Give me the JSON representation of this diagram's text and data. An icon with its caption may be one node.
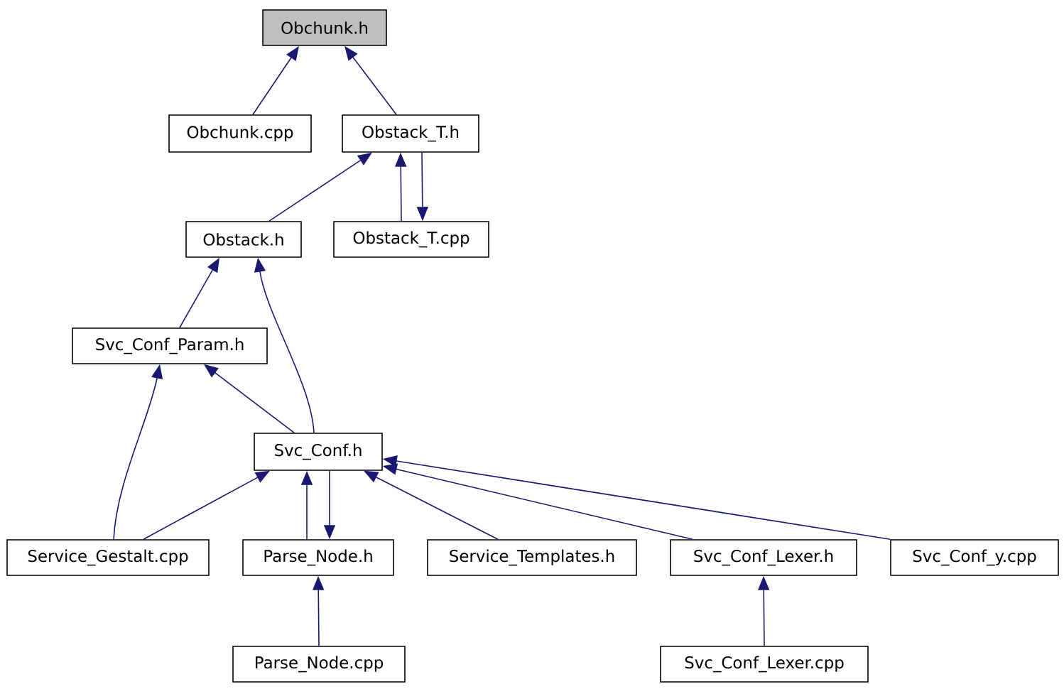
{
  "diagram": {
    "nodes": [
      {
        "text": [
          "Obchunk.h"
        ]
      },
      {
        "text": [
          "Obchunk.cpp"
        ]
      },
      {
        "text": [
          "Obstack_T.h"
        ]
      },
      {
        "text": [
          "Obstack.h"
        ]
      },
      {
        "text": [
          "Obstack_T.cpp"
        ]
      },
      {
        "text": [
          "Svc_Conf_Param.h"
        ]
      },
      {
        "text": [
          "Svc_Conf.h"
        ]
      },
      {
        "text": [
          "Service_Gestalt.cpp"
        ]
      },
      {
        "text": [
          "Parse_Node.h"
        ]
      },
      {
        "text": [
          "Service_Templates.h"
        ]
      },
      {
        "text": [
          "Svc_Conf_Lexer.h"
        ]
      },
      {
        "text": [
          "Svc_Conf_y.cpp"
        ]
      },
      {
        "text": [
          "Parse_Node.cpp"
        ]
      },
      {
        "text": [
          "Svc_Conf_Lexer.cpp"
        ]
      }
    ],
    "edges": [
      {
        "from": 1,
        "to": 0,
        "arrow": "to"
      },
      {
        "from": 2,
        "to": 0,
        "arrow": "to"
      },
      {
        "from": 3,
        "to": 2,
        "arrow": "to"
      },
      {
        "from": 4,
        "to": 2,
        "arrow": "to"
      },
      {
        "from": 2,
        "to": 4,
        "arrow": "to"
      },
      {
        "from": 5,
        "to": 3,
        "arrow": "to"
      },
      {
        "from": 6,
        "to": 3,
        "arrow": "to"
      },
      {
        "from": 6,
        "to": 5,
        "arrow": "to"
      },
      {
        "from": 7,
        "to": 5,
        "arrow": "to"
      },
      {
        "from": 7,
        "to": 6,
        "arrow": "to"
      },
      {
        "from": 8,
        "to": 6,
        "arrow": "to"
      },
      {
        "from": 6,
        "to": 8,
        "arrow": "to"
      },
      {
        "from": 9,
        "to": 6,
        "arrow": "to"
      },
      {
        "from": 10,
        "to": 6,
        "arrow": "to"
      },
      {
        "from": 11,
        "to": 6,
        "arrow": "to"
      },
      {
        "from": 12,
        "to": 8,
        "arrow": "to"
      },
      {
        "from": 13,
        "to": 10,
        "arrow": "to"
      }
    ]
  }
}
